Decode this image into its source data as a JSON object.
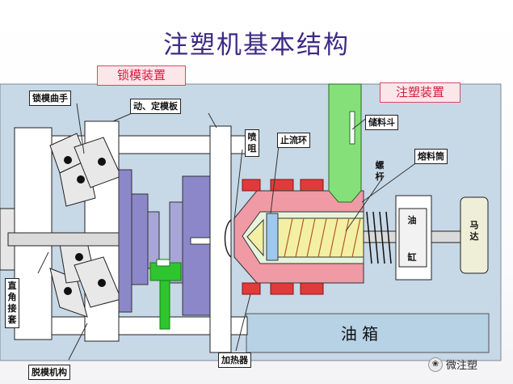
{
  "title": "注塑机基本结构",
  "banners": {
    "clamp_unit": "锁模装置",
    "injection_unit": "注塑装置"
  },
  "labels": {
    "toggle_clamp_arm": "锁模曲手",
    "moving_fixed_platen": "动、定模板",
    "nozzle": "喷\n咀",
    "check_ring": "止流环",
    "hopper": "储料斗",
    "screw": "螺\n杆",
    "barrel": "熔料筒",
    "oil_cylinder_1": "油",
    "oil_cylinder_2": "缸",
    "motor": "马\n达",
    "right_angle_sleeve": "直\n角\n接\n套",
    "heater": "加热器",
    "ejector_mechanism": "脱模机构",
    "oil_tank": "油 箱"
  },
  "watermark": "微注塑",
  "colors": {
    "title": "#3d2a86",
    "banner_text": "#d81a3e",
    "banner_border": "#d84a64",
    "frame": "#c7d8e7",
    "mold": "#8b87c9",
    "barrel": "#f09aa6",
    "heater_band": "#e03b3b",
    "screw": "#f3f0a3",
    "hopper": "#86e07a",
    "ejector": "#2fc52f",
    "tank": "#b7d2e5"
  }
}
